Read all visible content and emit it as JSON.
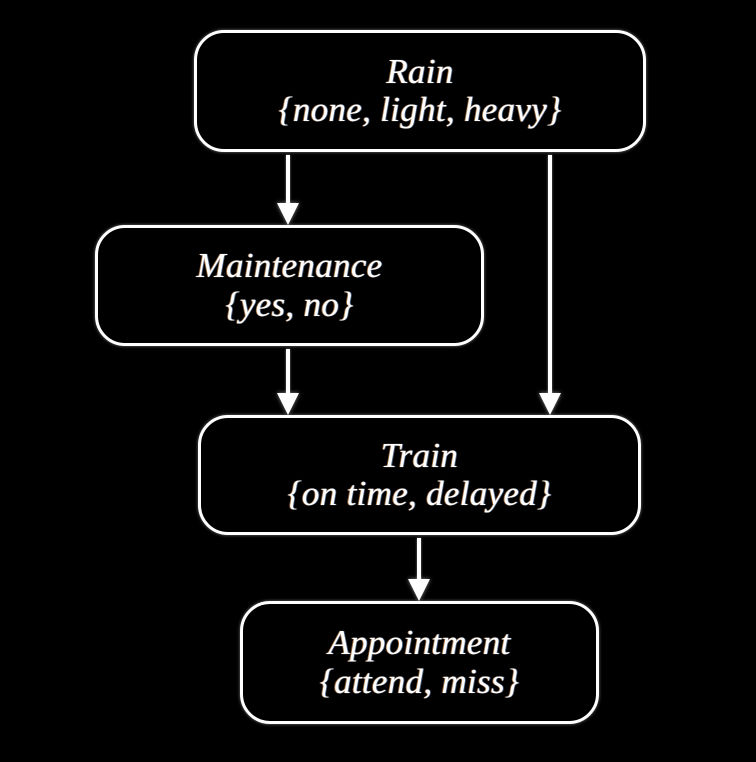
{
  "background_color": "#000000",
  "stroke_color": "#ffffff",
  "text_color": "#ffffff",
  "diagram": {
    "type": "bayesian-network",
    "nodes": [
      {
        "id": "rain",
        "label": "Rain",
        "states": "{none, light, heavy}",
        "state_values": [
          "none",
          "light",
          "heavy"
        ]
      },
      {
        "id": "maintenance",
        "label": "Maintenance",
        "states": "{yes, no}",
        "state_values": [
          "yes",
          "no"
        ]
      },
      {
        "id": "train",
        "label": "Train",
        "states": "{on time, delayed}",
        "state_values": [
          "on time",
          "delayed"
        ]
      },
      {
        "id": "appointment",
        "label": "Appointment",
        "states": "{attend, miss}",
        "state_values": [
          "attend",
          "miss"
        ]
      }
    ],
    "edges": [
      {
        "id": "rain-maintenance",
        "from": "Rain",
        "to": "Maintenance"
      },
      {
        "id": "rain-train",
        "from": "Rain",
        "to": "Train"
      },
      {
        "id": "maintenance-train",
        "from": "Maintenance",
        "to": "Train"
      },
      {
        "id": "train-appointment",
        "from": "Train",
        "to": "Appointment"
      }
    ]
  }
}
